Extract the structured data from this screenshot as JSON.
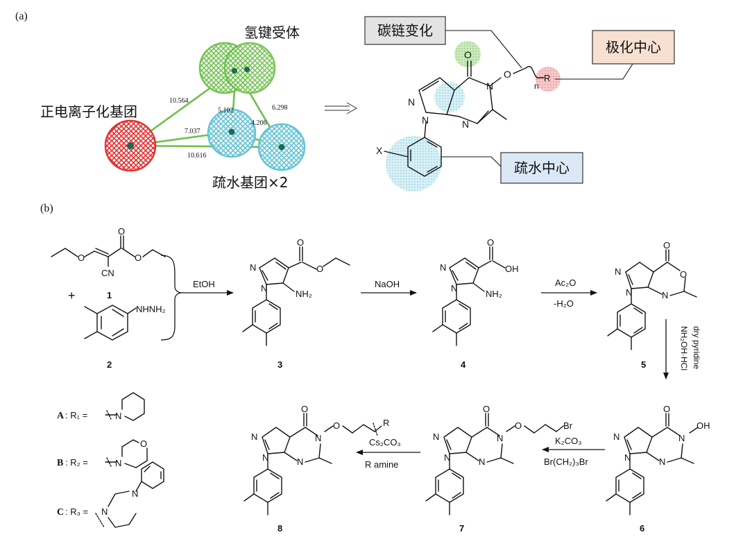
{
  "panel_a": {
    "label": "(a)",
    "pharmacophore": {
      "hbond_acceptor": "氢键受体",
      "positive_ionizable": "正电离子化基团",
      "hydrophobic_x2": "疏水基团×2",
      "distances": [
        "10.564",
        "5.102",
        "6.298",
        "4.206",
        "7.037",
        "10.616"
      ]
    },
    "callouts": {
      "carbon_chain": "碳链变化",
      "polar_center": "极化中心",
      "hydrophobic_center": "疏水中心"
    },
    "atoms": {
      "O": "O",
      "N_hydroxy": "N",
      "O_link": "O",
      "R": "R",
      "n": "n",
      "N1": "N",
      "N2": "N",
      "N3": "N",
      "N4": "N",
      "X": "X"
    },
    "colors": {
      "hbond": "#6cc04a",
      "ionizable": "#e83030",
      "hydrophobic": "#5bc1d6",
      "callout_gray": "#e3e3e3",
      "callout_peach": "#f7e0cf",
      "callout_blue": "#dbe9f6"
    }
  },
  "panel_b": {
    "label": "(b)",
    "compounds": {
      "c1": "1",
      "c2": "2",
      "c3": "3",
      "c4": "4",
      "c5": "5",
      "c6": "6",
      "c7": "7",
      "c8": "8"
    },
    "plus": "+",
    "labels": {
      "CN": "CN",
      "NHNH2": "NHNH₂",
      "NH2_3": "NH₂",
      "NH2_4": "NH₂",
      "OH_4": "OH",
      "OH_6": "OH",
      "Br": "Br",
      "R": "R"
    },
    "reagents": {
      "step1": "EtOH",
      "step2": "NaOH",
      "step3_top": "Ac₂O",
      "step3_bottom": "-H₂O",
      "step4_a": "dry pyridine",
      "step4_b": "NH₂OH·HCl",
      "step5_top": "K₂CO₃",
      "step5_bottom": "Br(CH₂)₃Br",
      "step6_top": "Cs₂CO₃",
      "step6_bottom": "R amine"
    },
    "r_groups": [
      {
        "letter": "A",
        "label": ": R₁ ="
      },
      {
        "letter": "B",
        "label": ": R₂ ="
      },
      {
        "letter": "C",
        "label": ": R₃ ="
      }
    ],
    "r_atoms": {
      "N_A": "N",
      "N_B": "N",
      "O_B": "O",
      "N_C1": "N",
      "N_C2": "N"
    }
  }
}
